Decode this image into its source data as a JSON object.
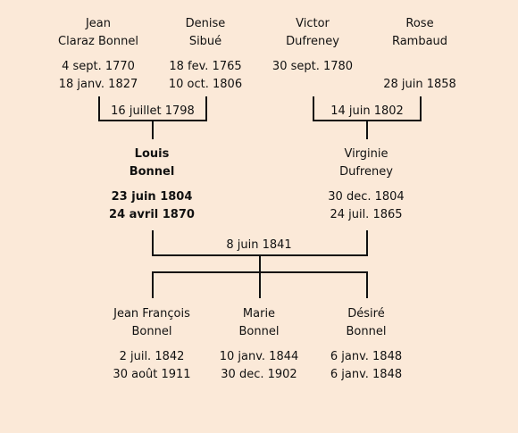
{
  "grandparents": [
    {
      "first": "Jean",
      "last": "Claraz Bonnel",
      "birth": "4 sept. 1770",
      "death": "18 janv. 1827"
    },
    {
      "first": "Denise",
      "last": "Sibué",
      "birth": "18 fev. 1765",
      "death": "10 oct. 1806"
    },
    {
      "first": "Victor",
      "last": "Dufreney",
      "birth": "30 sept. 1780",
      "death": ""
    },
    {
      "first": "Rose",
      "last": "Rambaud",
      "birth": "",
      "death": "28 juin 1858"
    }
  ],
  "grandparent_marriages": {
    "left": "16 juillet 1798",
    "right": "14 juin 1802"
  },
  "parents": [
    {
      "first": "Louis",
      "last": "Bonnel",
      "birth": "23 juin 1804",
      "death": "24 avril 1870",
      "highlight": true
    },
    {
      "first": "Virginie",
      "last": "Dufreney",
      "birth": "30 dec. 1804",
      "death": "24 juil. 1865",
      "highlight": false
    }
  ],
  "parent_marriage": "8 juin 1841",
  "children": [
    {
      "first": "Jean François",
      "last": "Bonnel",
      "birth": "2 juil. 1842",
      "death": "30 août 1911"
    },
    {
      "first": "Marie",
      "last": "Bonnel",
      "birth": "10 janv. 1844",
      "death": "30 dec. 1902"
    },
    {
      "first": "Désiré",
      "last": "Bonnel",
      "birth": "6 janv. 1848",
      "death": "6 janv. 1848"
    }
  ]
}
